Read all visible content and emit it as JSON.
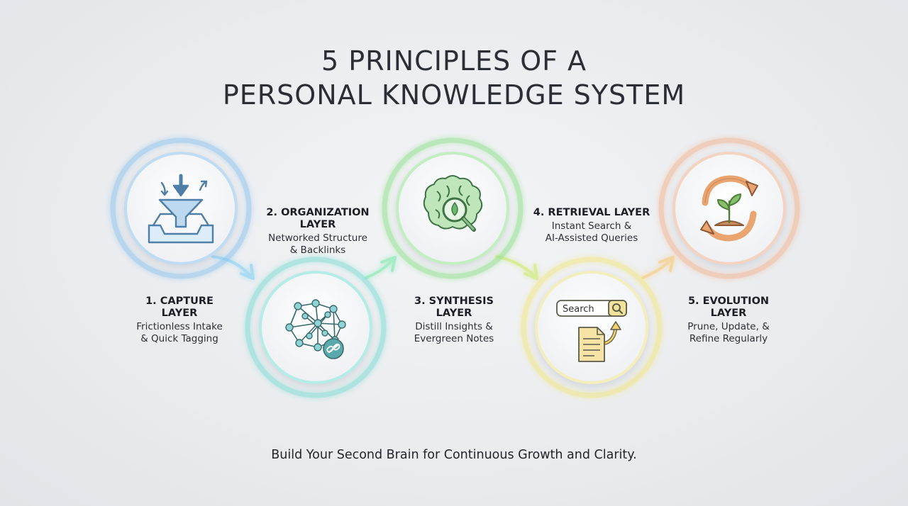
{
  "title": {
    "line1": "5 PRINCIPLES OF A",
    "line2": "PERSONAL KNOWLEDGE SYSTEM"
  },
  "steps": [
    {
      "title_line1": "1. CAPTURE",
      "title_line2": "LAYER",
      "desc_line1": "Frictionless Intake",
      "desc_line2": "& Quick Tagging",
      "color": "#8ec3ec",
      "icon": "funnel-inbox-icon"
    },
    {
      "title_line1": "2. ORGANIZATION",
      "title_line2": "LAYER",
      "desc_line1": "Networked Structure",
      "desc_line2": "& Backlinks",
      "color": "#7ddbd3",
      "icon": "network-link-icon"
    },
    {
      "title_line1": "3. SYNTHESIS",
      "title_line2": "LAYER",
      "desc_line1": "Distill Insights &",
      "desc_line2": "Evergreen Notes",
      "color": "#8fe08c",
      "icon": "brain-magnifier-icon"
    },
    {
      "title_line1": "4. RETRIEVAL LAYER",
      "title_line2": "",
      "desc_line1": "Instant Search &",
      "desc_line2": "AI-Assisted Queries",
      "color": "#f1e78a",
      "icon": "search-document-icon",
      "search_text": "Search"
    },
    {
      "title_line1": "5. EVOLUTION",
      "title_line2": "LAYER",
      "desc_line1": "Prune, Update, &",
      "desc_line2": "Refine Regularly",
      "color": "#f2b99a",
      "icon": "sprout-cycle-icon"
    }
  ],
  "tagline": "Build Your Second Brain for Continuous Growth and Clarity."
}
